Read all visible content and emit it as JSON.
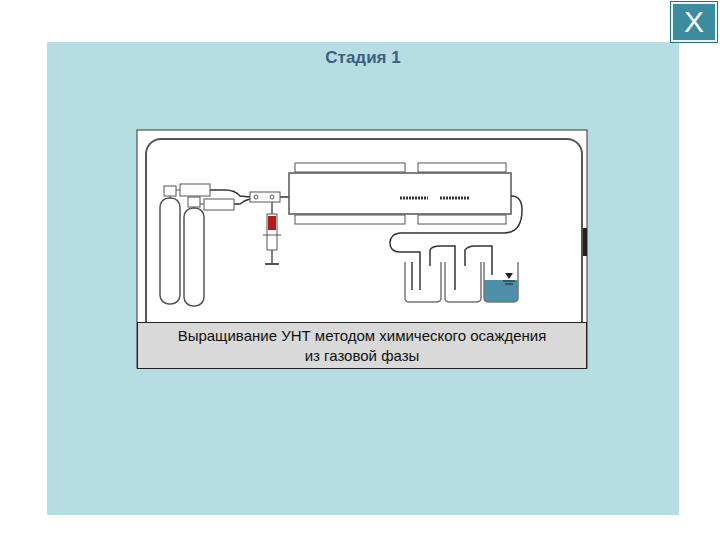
{
  "diagram": {
    "title": "Стадия 1",
    "nodes": [
      {
        "text": [
          "X"
        ]
      },
      {
        "text": [
          "Выращивание УНТ методом химического осаждения из газовой фазы"
        ]
      }
    ]
  }
}
